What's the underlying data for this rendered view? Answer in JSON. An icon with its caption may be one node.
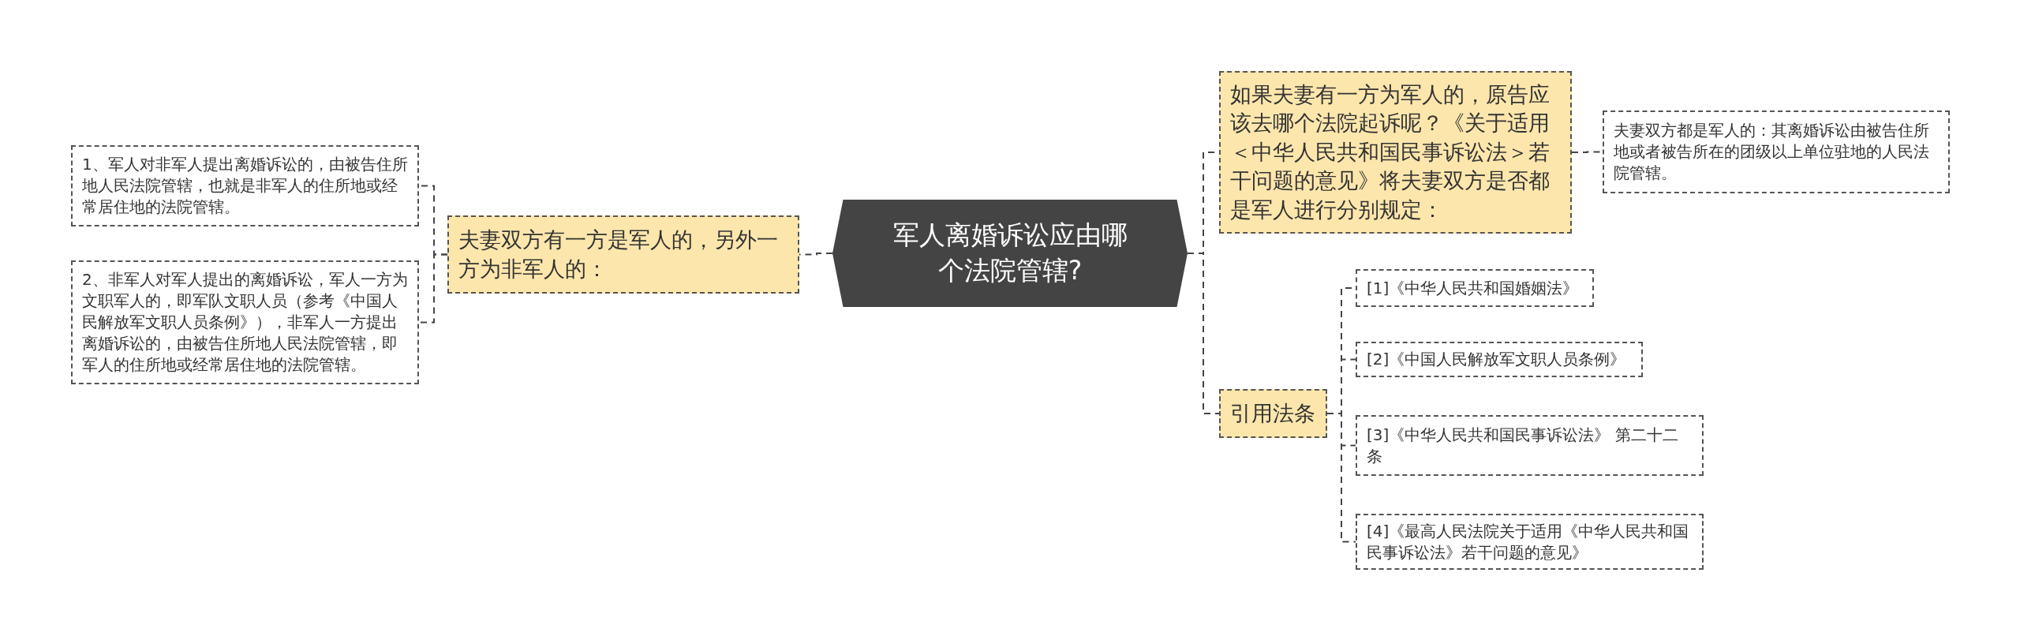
{
  "diagram": {
    "nodes": [
      {
        "text": [
          "军人离婚诉讼应由哪个法院管辖?"
        ]
      },
      {
        "text": [
          "夫妻双方有一方是军人的，另外一方为非军人的："
        ]
      },
      {
        "text": [
          "1、军人对非军人提出离婚诉讼的，由被告住所地人民法院管辖，也就是非军人的住所地或经常居住地的法院管辖。"
        ]
      },
      {
        "text": [
          "2、非军人对军人提出的离婚诉讼，军人一方为文职军人的，即军队文职人员（参考《中国人民解放军文职人员条例》），非军人一方提出离婚诉讼的，由被告住所地人民法院管辖，即军人的住所地或经常居住地的法院管辖。"
        ]
      },
      {
        "text": [
          "如果夫妻有一方为军人的，原告应该去哪个法院起诉呢？《关于适用＜中华人民共和国民事诉讼法＞若干问题的意见》将夫妻双方是否都是军人进行分别规定："
        ]
      },
      {
        "text": [
          "夫妻双方都是军人的：其离婚诉讼由被告住所地或者被告所在的团级以上单位驻地的人民法院管辖。"
        ]
      },
      {
        "text": [
          "引用法条"
        ]
      },
      {
        "text": [
          "[1]《中华人民共和国婚姻法》"
        ]
      },
      {
        "text": [
          "[2]《中国人民解放军文职人员条例》"
        ]
      },
      {
        "text": [
          "[3]《中华人民共和国民事诉讼法》 第二十二条"
        ]
      },
      {
        "text": [
          "[4]《最高人民法院关于适用《中华人民共和国民事诉讼法》若干问题的意见》"
        ]
      }
    ],
    "edges": [
      {
        "from": 0,
        "to": 1,
        "arrow": "none",
        "style": "dashed"
      },
      {
        "from": 1,
        "to": 2,
        "arrow": "none",
        "style": "dashed"
      },
      {
        "from": 1,
        "to": 3,
        "arrow": "none",
        "style": "dashed"
      },
      {
        "from": 0,
        "to": 4,
        "arrow": "none",
        "style": "dashed"
      },
      {
        "from": 4,
        "to": 5,
        "arrow": "none",
        "style": "dashed"
      },
      {
        "from": 0,
        "to": 6,
        "arrow": "none",
        "style": "dashed"
      },
      {
        "from": 6,
        "to": 7,
        "arrow": "none",
        "style": "dashed"
      },
      {
        "from": 6,
        "to": 8,
        "arrow": "none",
        "style": "dashed"
      },
      {
        "from": 6,
        "to": 9,
        "arrow": "none",
        "style": "dashed"
      },
      {
        "from": 6,
        "to": 10,
        "arrow": "none",
        "style": "dashed"
      }
    ]
  }
}
